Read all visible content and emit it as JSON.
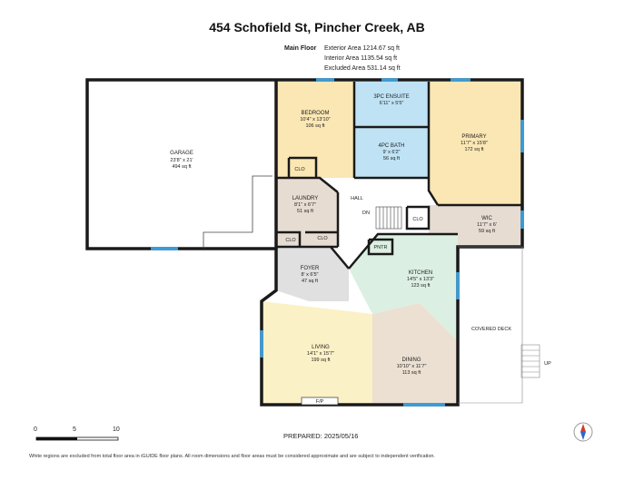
{
  "header": {
    "title": "454 Schofield St, Pincher Creek, AB"
  },
  "floor": {
    "name": "Main Floor",
    "exterior_area": "Exterior Area 1214.67 sq ft",
    "interior_area": "Interior Area 1135.54 sq ft",
    "excluded_area": "Excluded Area 531.14 sq ft"
  },
  "rooms": {
    "garage": {
      "name": "GARAGE",
      "dims": "23'8\" x 21'",
      "area": "494 sq ft"
    },
    "bedroom": {
      "name": "BEDROOM",
      "dims": "10'4\" x 13'10\"",
      "area": "106 sq ft"
    },
    "ensuite": {
      "name": "3PC ENSUITE",
      "dims": "6'11\" x 5'5\""
    },
    "bath": {
      "name": "4PC BATH",
      "dims": "9' x 6'2\"",
      "area": "56 sq ft"
    },
    "primary": {
      "name": "PRIMARY",
      "dims": "11'7\" x 15'8\"",
      "area": "172 sq ft"
    },
    "laundry": {
      "name": "LAUNDRY",
      "dims": "8'1\" x 6'7\"",
      "area": "51 sq ft"
    },
    "wic": {
      "name": "WIC",
      "dims": "11'7\" x 6'",
      "area": "59 sq ft"
    },
    "foyer": {
      "name": "FOYER",
      "dims": "8' x 6'5\"",
      "area": "47 sq ft"
    },
    "kitchen": {
      "name": "KITCHEN",
      "dims": "14'5\" x 13'3\"",
      "area": "123 sq ft"
    },
    "living": {
      "name": "LIVING",
      "dims": "14'1\" x 15'7\"",
      "area": "199 sq ft"
    },
    "dining": {
      "name": "DINING",
      "dims": "10'10\" x 11'7\"",
      "area": "113 sq ft"
    }
  },
  "labels": {
    "hall": "HALL",
    "dn": "DN",
    "pntr": "PNTR",
    "clo": "CLO",
    "covered_deck": "COVERED DECK",
    "up": "UP",
    "fp": "F/P"
  },
  "scale": {
    "s0": "0",
    "s5": "5",
    "s10": "10"
  },
  "prepared": "PREPARED: 2025/05/16",
  "footer": "White regions are excluded from total floor area in iGUIDE floor plans. All room dimensions and floor areas must be considered approximate and are subject to independent verification."
}
